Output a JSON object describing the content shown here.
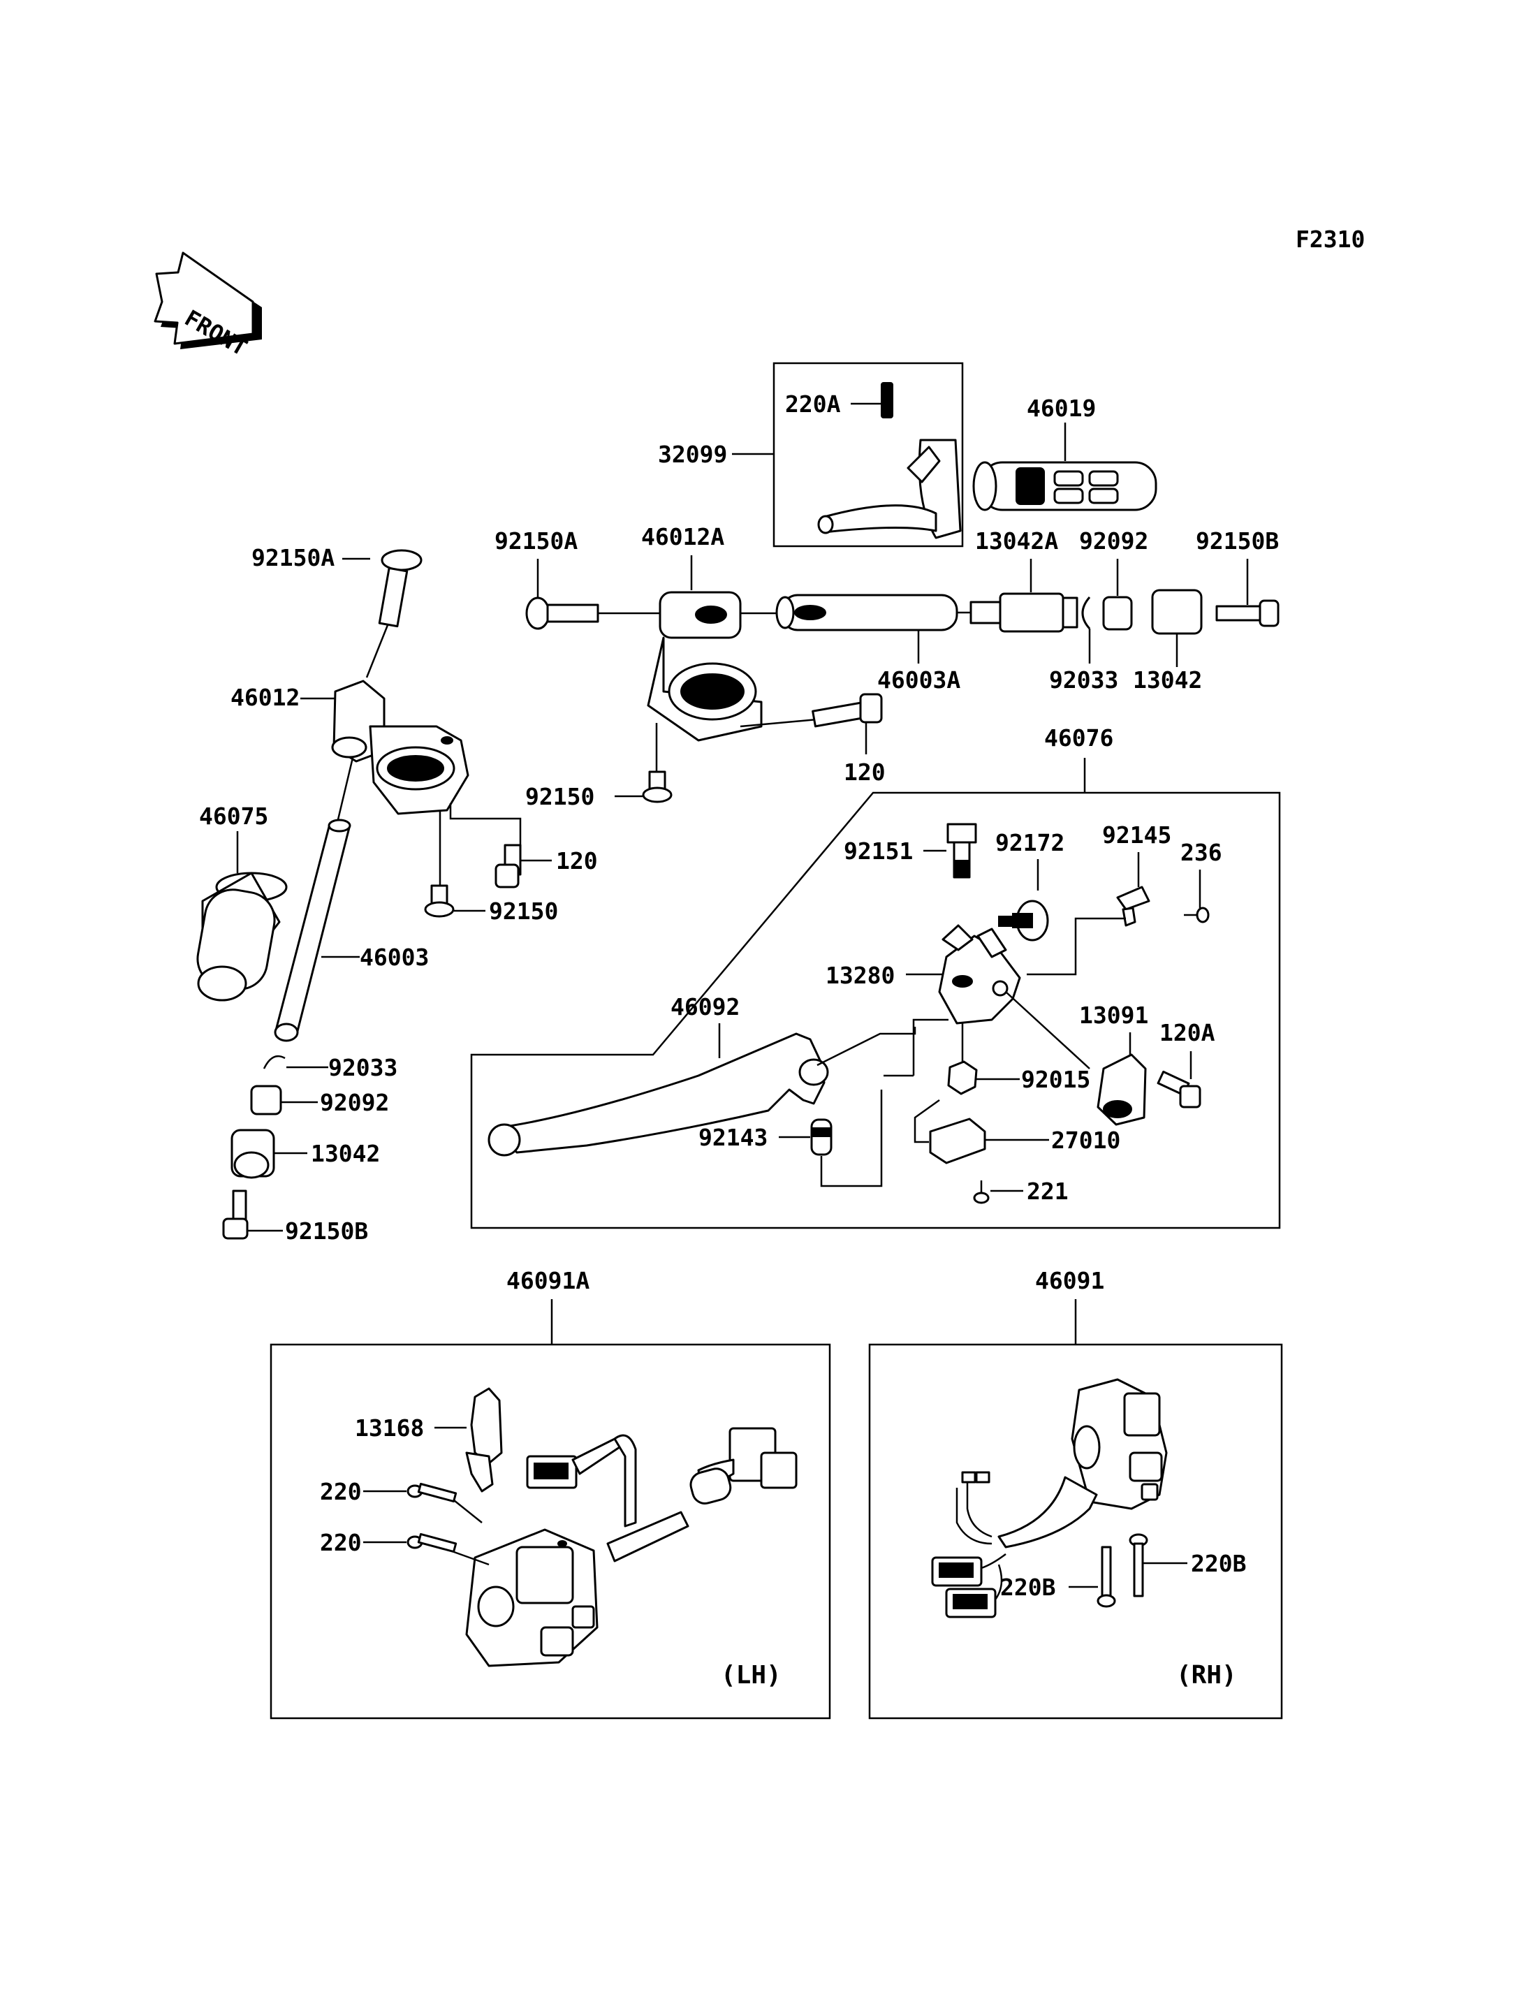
{
  "figure_code": "F2310",
  "front_label": "FRONT",
  "side_labels": {
    "lh": "(LH)",
    "rh": "(RH)"
  },
  "parts": {
    "p_32099": "32099",
    "p_220A": "220A",
    "p_46019": "46019",
    "p_92150A_left": "92150A",
    "p_92150A_top": "92150A",
    "p_46012A": "46012A",
    "p_13042A": "13042A",
    "p_92092_top": "92092",
    "p_92150B_top": "92150B",
    "p_46012": "46012",
    "p_46003A": "46003A",
    "p_92033_top": "92033",
    "p_13042_top": "13042",
    "p_46076": "46076",
    "p_92150_mid": "92150",
    "p_120_mid": "120",
    "p_46075": "46075",
    "p_120_left": "120",
    "p_92150_left": "92150",
    "p_46003": "46003",
    "p_92151": "92151",
    "p_92172": "92172",
    "p_92145": "92145",
    "p_236": "236",
    "p_13280": "13280",
    "p_46092": "46092",
    "p_13091": "13091",
    "p_120A": "120A",
    "p_92015": "92015",
    "p_92033_left": "92033",
    "p_92092_left": "92092",
    "p_92143": "92143",
    "p_27010": "27010",
    "p_13042_left": "13042",
    "p_221": "221",
    "p_92150B_left": "92150B",
    "p_46091A": "46091A",
    "p_46091": "46091",
    "p_13168": "13168",
    "p_220_a": "220",
    "p_220_b": "220",
    "p_220B_a": "220B",
    "p_220B_b": "220B"
  }
}
